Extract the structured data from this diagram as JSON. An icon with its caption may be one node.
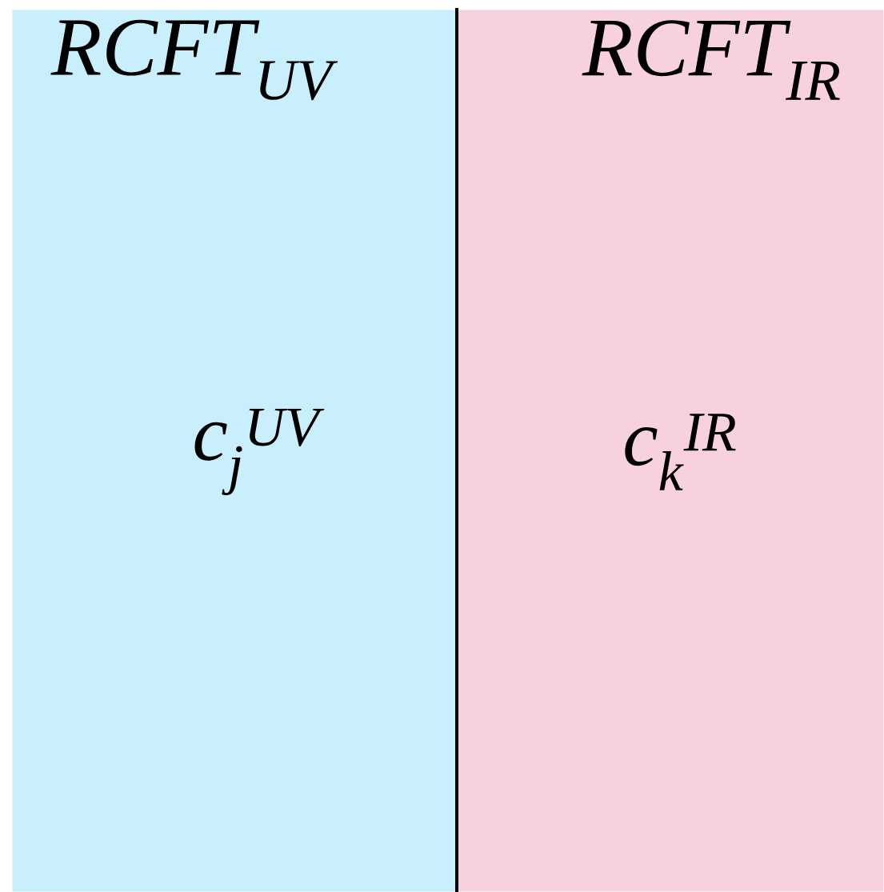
{
  "diagram": {
    "nodes": [
      {
        "text": [
          "RCFT$_{UV}$",
          "c$_{j}$$^{UV}$"
        ]
      },
      {
        "text": [
          "RCFT$_{IR}$",
          "c$_{k}$$^{IR}$"
        ]
      }
    ]
  }
}
